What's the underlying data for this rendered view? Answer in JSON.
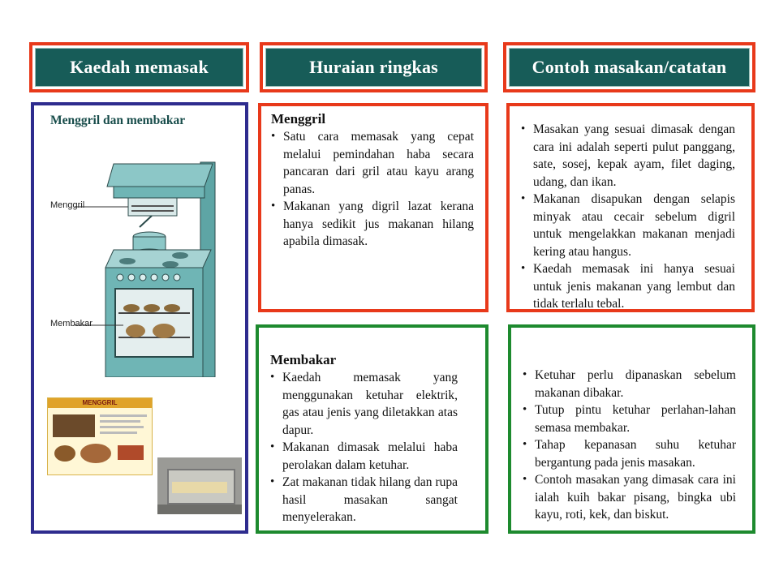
{
  "headers": {
    "method": "Kaedah memasak",
    "description": "Huraian ringkas",
    "examples": "Contoh masakan/catatan"
  },
  "method_panel": {
    "title": "Menggril dan membakar",
    "label_grill": "Menggril",
    "label_bake": "Membakar",
    "poster_title": "MENGGRIL"
  },
  "grill": {
    "title": "Menggril",
    "points": [
      "Satu cara memasak yang cepat melalui pemindahan haba secara pancaran dari gril atau kayu arang panas.",
      "Makanan yang digril lazat kerana hanya sedikit jus makanan hilang apabila dimasak."
    ],
    "notes": [
      "Masakan yang sesuai dimasak dengan cara ini adalah seperti pulut panggang, sate, sosej, kepak ayam, filet daging, udang, dan ikan.",
      "Makanan disapukan dengan selapis minyak atau cecair sebelum digril untuk mengelakkan makanan menjadi kering atau hangus.",
      "Kaedah memasak ini hanya sesuai untuk jenis makanan yang lembut dan tidak terlalu tebal."
    ]
  },
  "bake": {
    "title": "Membakar",
    "points": [
      "Kaedah memasak yang menggunakan ketuhar elektrik, gas atau jenis yang diletakkan atas dapur.",
      "Makanan dimasak melalui haba perolakan dalam ketuhar.",
      "Zat makanan tidak hilang dan rupa hasil masakan sangat menyelerakan."
    ],
    "notes": [
      "Ketuhar perlu dipanaskan sebelum makanan dibakar.",
      "Tutup pintu ketuhar perlahan-lahan semasa membakar.",
      "Tahap kepanasan suhu ketuhar bergantung pada jenis masakan.",
      "Contoh masakan yang dimasak cara ini ialah kuih bakar pisang, bingka ubi kayu, roti, kek, dan biskut."
    ]
  },
  "colors": {
    "header_bg": "#175c58",
    "red_border": "#e8391a",
    "green_border": "#1d8a2e",
    "blue_border": "#2e2c8e",
    "stove": "#6fb5b5"
  }
}
